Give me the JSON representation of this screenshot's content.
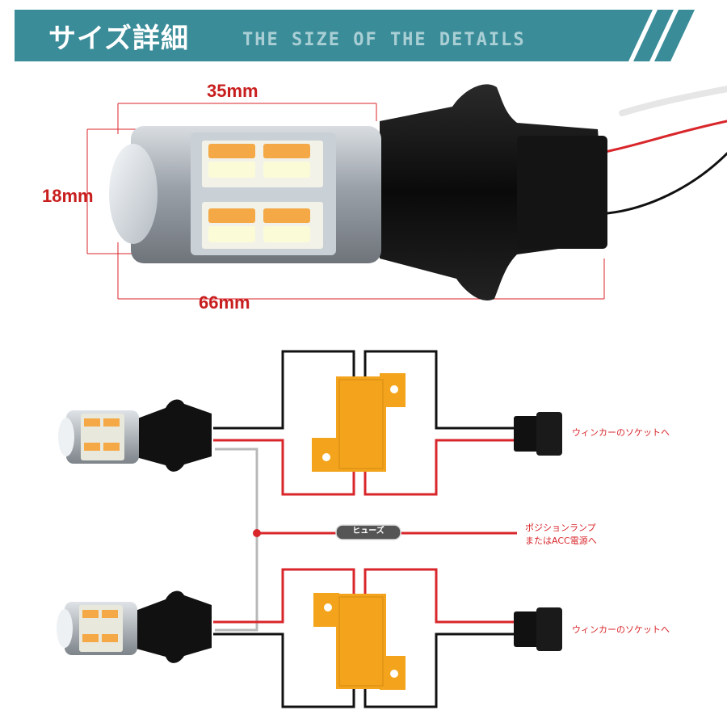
{
  "header": {
    "title": "サイズ詳細",
    "subtitle": "THE SIZE OF THE DETAILS",
    "background_color": "#3a8c99"
  },
  "dimensions": {
    "length_top": "35mm",
    "diameter": "18mm",
    "length_total": "66mm"
  },
  "wiring": {
    "fuse_label": "ヒューズ",
    "socket_note_top": "ウィンカーのソケットへ",
    "power_note_line1": "ポジションランプ",
    "power_note_line2": "またはACC電源へ",
    "socket_note_bottom": "ウィンカーのソケットへ",
    "colors": {
      "wire_red": "#d8262b",
      "wire_black": "#111111",
      "wire_gray": "#b8b8b8",
      "resistor": "#f3a41c"
    }
  }
}
